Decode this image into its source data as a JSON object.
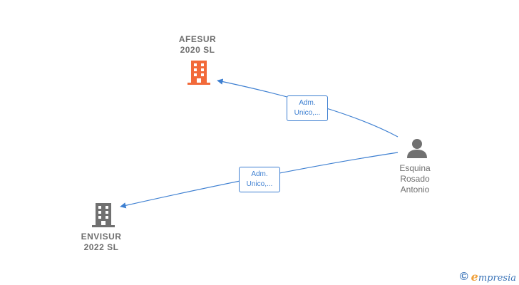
{
  "nodes": {
    "afesur": {
      "name_line1": "AFESUR",
      "name_line2": "2020  SL",
      "color": "#f26a3a",
      "icon": "building-icon"
    },
    "envisur": {
      "name_line1": "ENVISUR",
      "name_line2": "2022  SL",
      "color": "#707070",
      "icon": "building-icon"
    },
    "person": {
      "name_line1": "Esquina",
      "name_line2": "Rosado",
      "name_line3": "Antonio",
      "color": "#707070",
      "icon": "person-icon"
    }
  },
  "edges": [
    {
      "label_line1": "Adm.",
      "label_line2": "Unico,..."
    },
    {
      "label_line1": "Adm.",
      "label_line2": "Unico,..."
    }
  ],
  "colors": {
    "edge": "#3d7fd1"
  },
  "watermark": {
    "copyright": "©",
    "brand_first": "e",
    "brand_rest": "mpresia"
  }
}
